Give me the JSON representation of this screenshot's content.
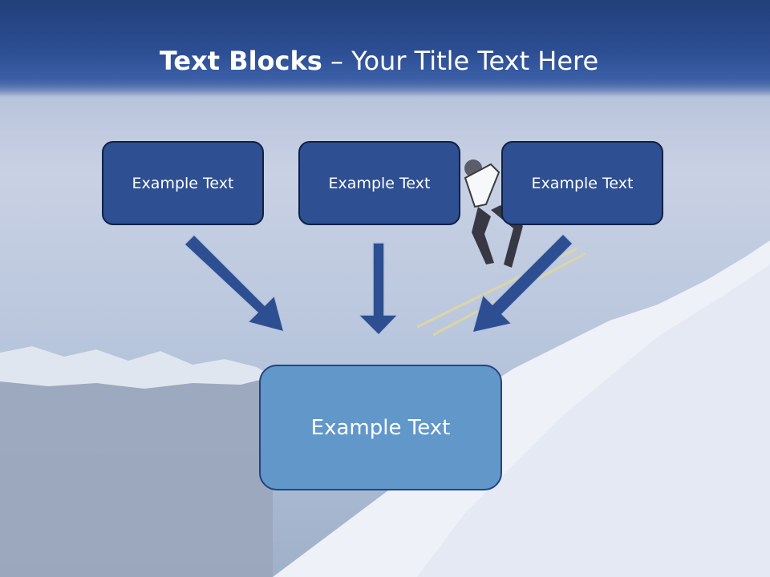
{
  "slide": {
    "title_bold": "Text Blocks",
    "title_dash": " – ",
    "title_rest": "Your Title Text Here",
    "boxes": [
      {
        "label": "Example Text"
      },
      {
        "label": "Example Text"
      },
      {
        "label": "Example Text"
      },
      {
        "label": "Example Text"
      }
    ]
  },
  "colors": {
    "header": "#2d4e93",
    "box_fill": "#2e4f91",
    "box_border": "#0f2146",
    "big_box_fill": "#6197c9",
    "arrow_fill": "#2d4f92"
  }
}
